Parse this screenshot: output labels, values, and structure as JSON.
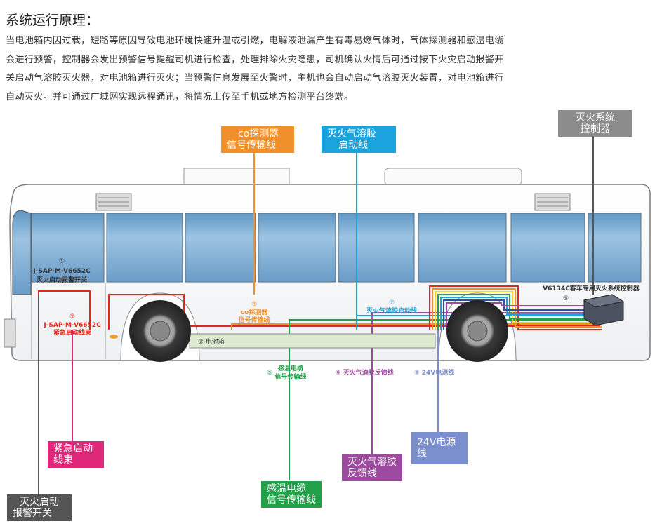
{
  "heading": "系统运行原理：",
  "paragraph": [
    "当电池箱内因过载，短路等原因导致电池环境快速升温或引燃，电解液泄漏产生有毒易燃气体时，气体探测器和感温电缆",
    "会进行预警，控制器会发出预警信号提醒司机进行检查，处理排除火灾隐患，司机确认火情后可通过按下火灾启动报警开",
    "关启动气溶胶灭火器，对电池箱进行灭火；当预警信息发展至火警时，主机也会自动启动气溶胶灭火装置，对电池箱进行",
    "自动灭火。并可通过广域网实现远程通讯，将情况上传至手机或地方检测平台终端。"
  ],
  "callouts": {
    "co": {
      "line1": "co探测器",
      "line2": "信号传输线",
      "color": "#f0902a"
    },
    "aerosol_start": {
      "line1": "灭火气溶胶",
      "line2": "启动线",
      "color": "#1aa3dc"
    },
    "controller": {
      "line1": "灭火系统",
      "line2": "控制器",
      "color": "#8c8c8c"
    },
    "emergency": {
      "line1": "紧急启动",
      "line2": "线束",
      "color": "#e0287a"
    },
    "power": {
      "line1": "24V电源线",
      "color": "#7b8fcf"
    },
    "feedback": {
      "line1": "灭火气溶胶",
      "line2": "反馈线",
      "color": "#9b4a9e"
    },
    "temp": {
      "line1": "感温电缆",
      "line2": "信号传输线",
      "color": "#22a04a"
    },
    "switch": {
      "line1": "灭火启动",
      "line2": "报警开关",
      "color": "#555555"
    }
  },
  "labels": {
    "n1": "①",
    "n1_model": "J-SAP-M-V6652C",
    "n1_text": "灭火启动报警开关",
    "n2": "②",
    "n2_model": "J-SAP-M-V6652C",
    "n2_text": "紧急启动线束",
    "n3": "③ 电池箱",
    "n4": "④",
    "n4_text1": "co探测器",
    "n4_text2": "信号传输线",
    "n5": "⑤",
    "n5_text1": "感温电缆",
    "n5_text2": "信号传输线",
    "n6": "⑥ 灭火气溶胶反馈线",
    "n7": "⑦",
    "n7_text": "灭火气溶胶启动线",
    "n8": "⑧ 24V电源线",
    "n9": "⑨",
    "n9_text": "V6134C客车专用灭火系统控制器"
  }
}
